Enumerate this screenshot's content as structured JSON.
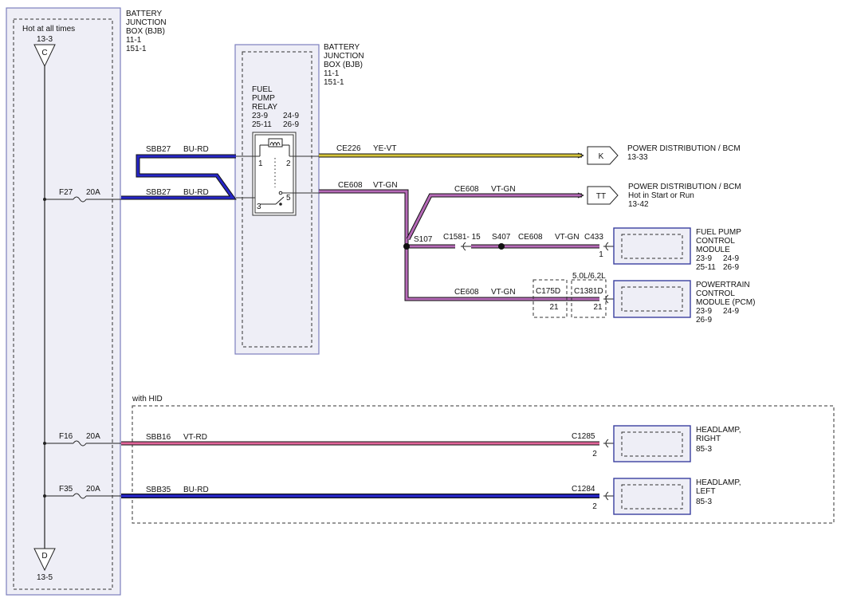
{
  "colors": {
    "bu_rd": "#2626c8",
    "ye_vt": "#d6c53a",
    "vt_gn": "#b66ab8",
    "vt_rd": "#e2669a",
    "module_border": "#3a3fa0",
    "bjb_fill": "#eeeef6"
  },
  "left_bus": {
    "hot_label": "Hot at all times",
    "top_ref": "13-3",
    "top_connector": "C",
    "bottom_connector": "D",
    "bottom_ref": "13-5"
  },
  "bjb_left": {
    "lines": [
      "BATTERY",
      "JUNCTION",
      "BOX (BJB)",
      "11-1",
      "151-1"
    ]
  },
  "bjb_right": {
    "lines": [
      "BATTERY",
      "JUNCTION",
      "BOX (BJB)",
      "11-1",
      "151-1"
    ]
  },
  "relay": {
    "lines": [
      "FUEL",
      "PUMP",
      "RELAY"
    ],
    "refs_a": [
      "23-9",
      "24-9"
    ],
    "refs_b": [
      "25-11",
      "26-9"
    ],
    "pins": [
      "1",
      "2",
      "3",
      "5"
    ]
  },
  "fuses": {
    "f27": {
      "name": "F27",
      "rating": "20A"
    },
    "f16": {
      "name": "F16",
      "rating": "20A"
    },
    "f35": {
      "name": "F35",
      "rating": "20A"
    }
  },
  "wires": {
    "sbb27_top": {
      "circuit": "SBB27",
      "color": "BU-RD"
    },
    "sbb27_bot": {
      "circuit": "SBB27",
      "color": "BU-RD"
    },
    "ce226": {
      "circuit": "CE226",
      "color": "YE-VT"
    },
    "ce608_relay": {
      "circuit": "CE608",
      "color": "VT-GN"
    },
    "ce608_tt": {
      "circuit": "CE608",
      "color": "VT-GN"
    },
    "ce608_fpcm": {
      "circuit": "CE608",
      "color": "VT-GN"
    },
    "ce608_pcm": {
      "circuit": "CE608",
      "color": "VT-GN"
    },
    "sbb16": {
      "circuit": "SBB16",
      "color": "VT-RD"
    },
    "sbb35": {
      "circuit": "SBB35",
      "color": "BU-RD"
    }
  },
  "splices": {
    "s107": "S107",
    "s407": "S407"
  },
  "connectors": {
    "c1581": "C1581- 15",
    "c433": "C433",
    "c433_pin": "1",
    "c175d": "C175D",
    "c175d_pin": "21",
    "c1381d": "C1381D",
    "c1381d_pin": "21",
    "engine": "5.0L/6.2L",
    "c1285": "C1285",
    "c1285_pin": "2",
    "c1284": "C1284",
    "c1284_pin": "2"
  },
  "arrows": {
    "k": "K",
    "tt": "TT"
  },
  "destinations": {
    "k": {
      "line1": "POWER DISTRIBUTION / BCM",
      "line2": "13-33"
    },
    "tt": {
      "line1": "POWER DISTRIBUTION / BCM",
      "line2": "Hot in Start or Run",
      "line3": "13-42"
    }
  },
  "modules": {
    "fpcm": {
      "lines": [
        "FUEL PUMP",
        "CONTROL",
        "MODULE"
      ],
      "refs_a": [
        "23-9",
        "24-9"
      ],
      "refs_b": [
        "25-11",
        "26-9"
      ]
    },
    "pcm": {
      "lines": [
        "POWERTRAIN",
        "CONTROL",
        "MODULE (PCM)"
      ],
      "refs_a": [
        "23-9",
        "24-9"
      ],
      "refs_b": [
        "26-9"
      ]
    },
    "hl_right": {
      "lines": [
        "HEADLAMP,",
        "RIGHT"
      ],
      "ref": "85-3"
    },
    "hl_left": {
      "lines": [
        "HEADLAMP,",
        "LEFT"
      ],
      "ref": "85-3"
    }
  },
  "hid_label": "with HID"
}
